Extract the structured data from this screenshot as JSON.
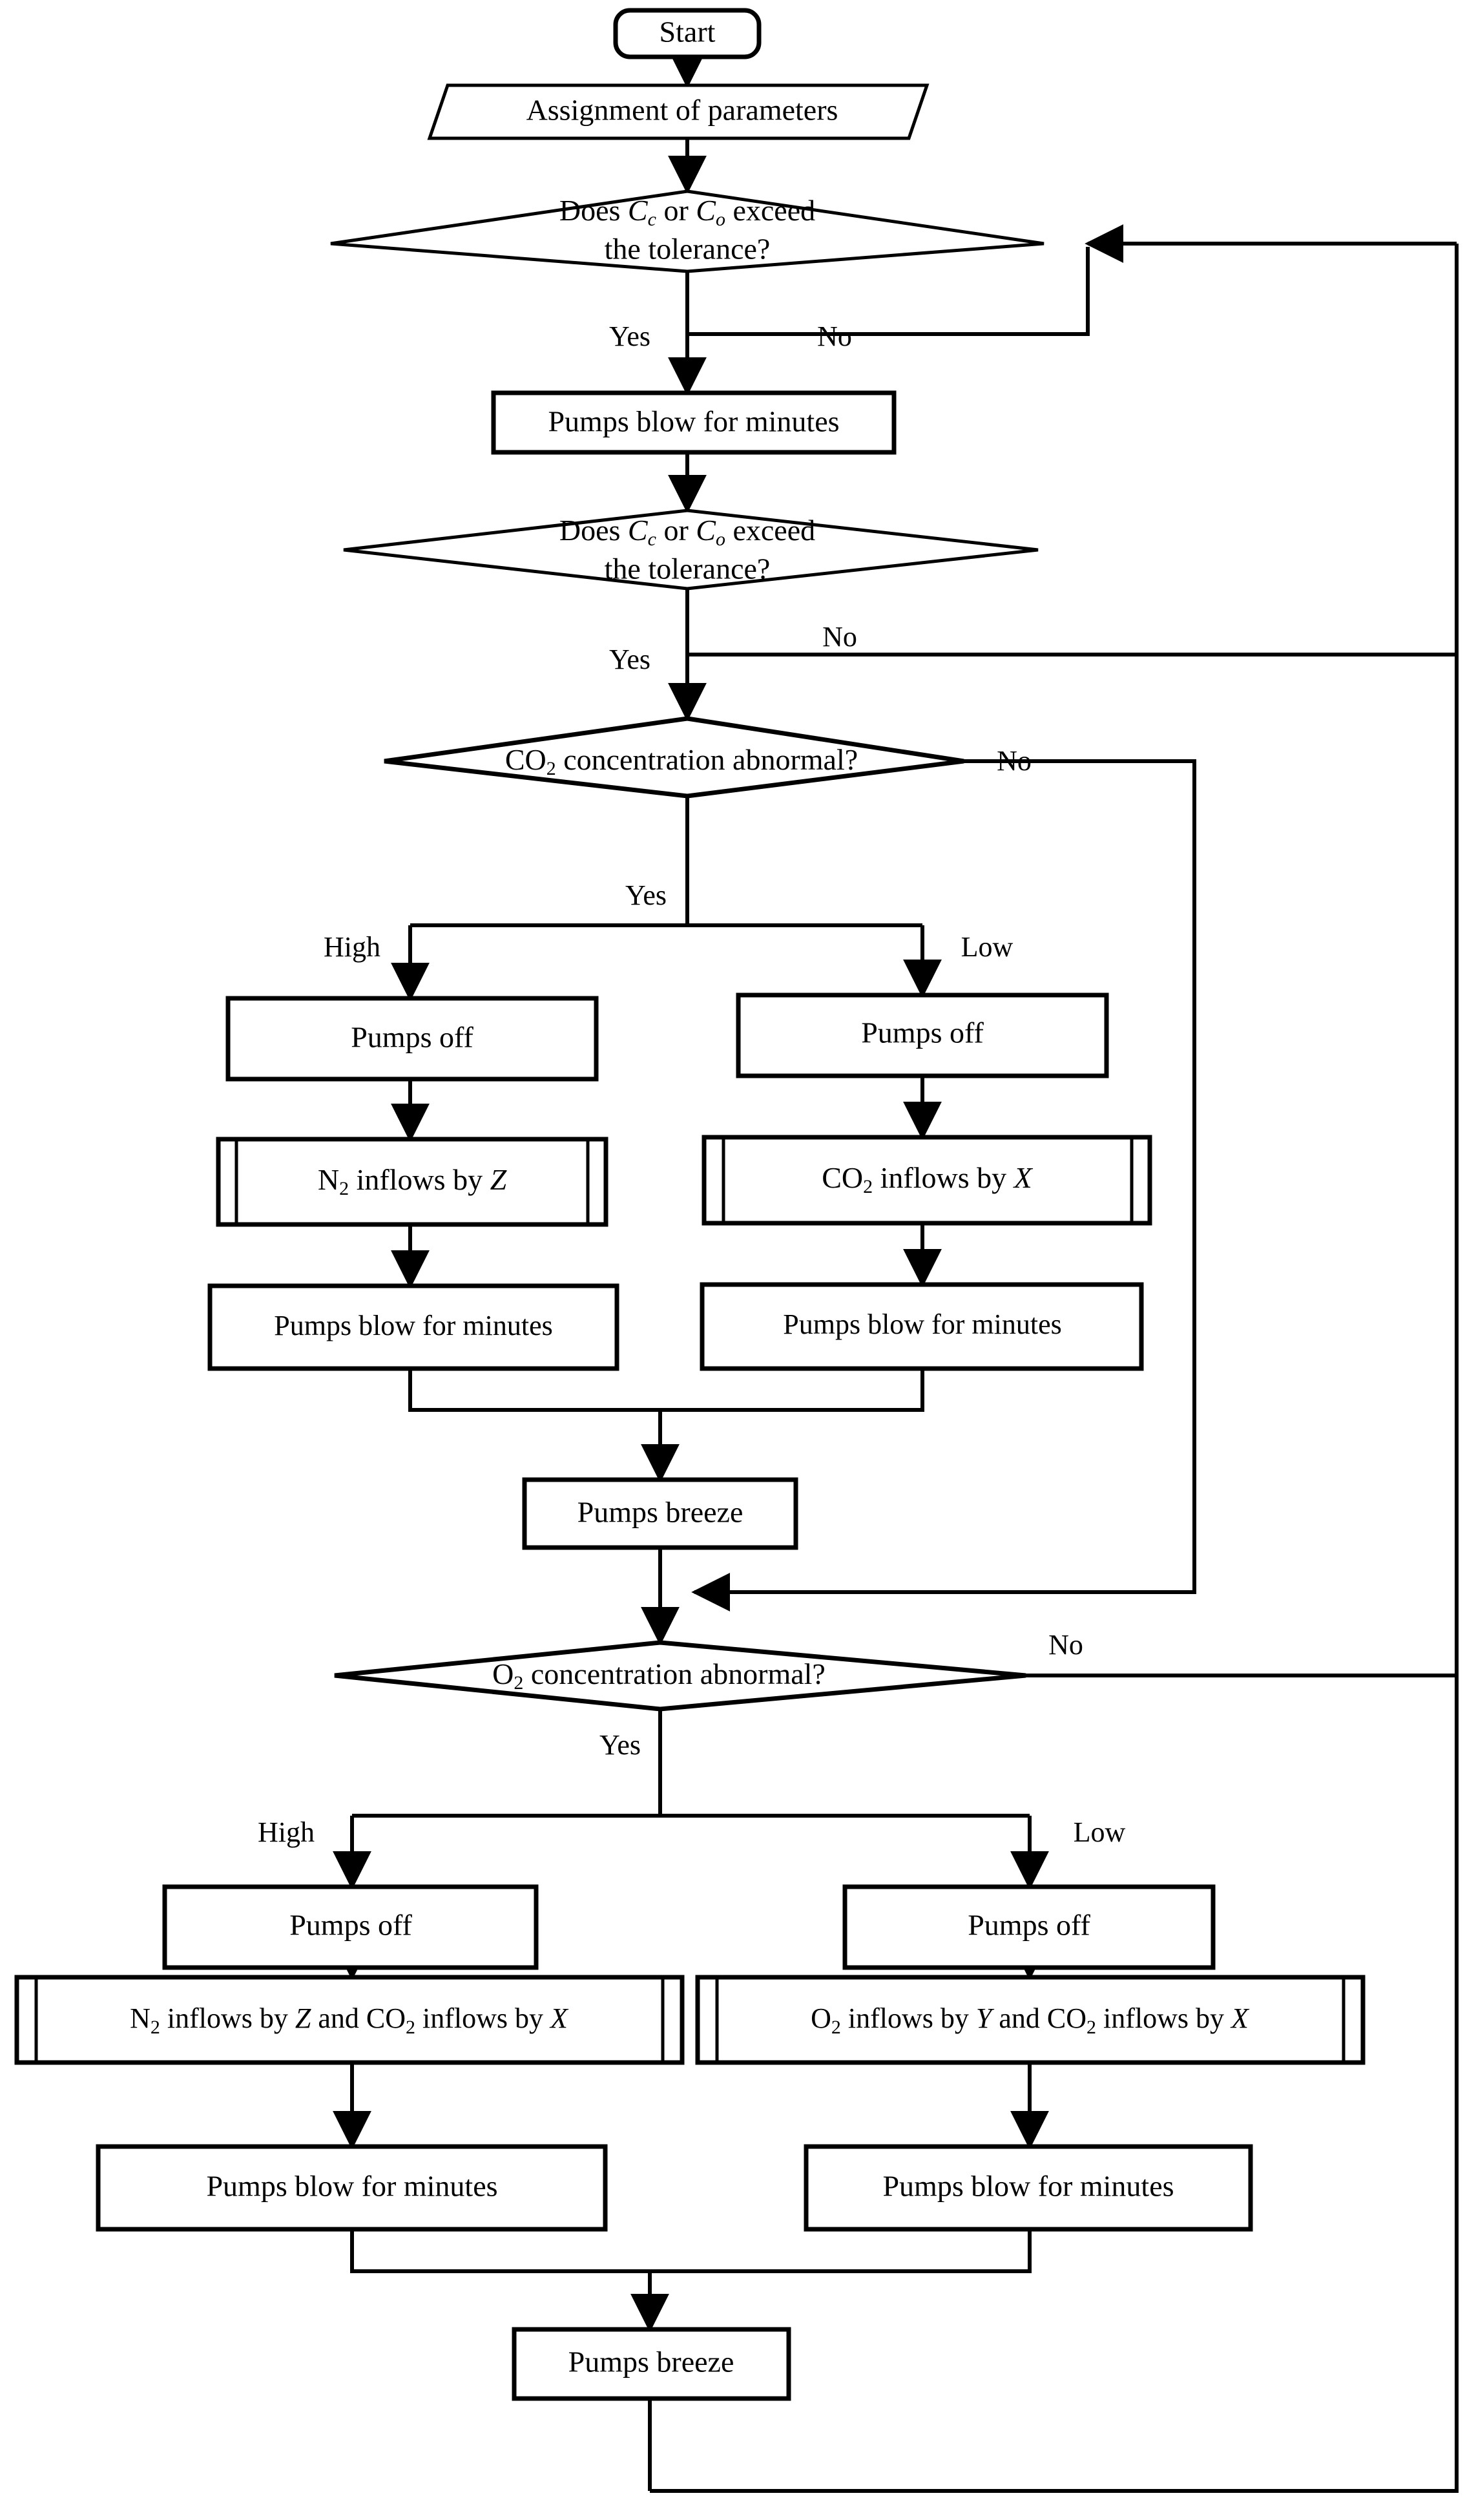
{
  "diagram": {
    "title": "Gas concentration control flowchart",
    "type": "flowchart",
    "stroke_color": "#000000",
    "fill_color": "#ffffff",
    "background": "#ffffff"
  },
  "nodes": {
    "start": {
      "label": "Start",
      "shape": "terminator"
    },
    "assignment": {
      "label": "Assignment of parameters",
      "shape": "parallelogram-data"
    },
    "decision1": {
      "line1_a": "Does ",
      "line1_b": "C",
      "line1_b_sub": "c",
      "line1_c": " or ",
      "line1_d": "C",
      "line1_d_sub": "o",
      "line1_e": " exceed",
      "line2": "the tolerance?",
      "shape": "diamond"
    },
    "pumps_blow_1": {
      "label": "Pumps blow for minutes",
      "shape": "process"
    },
    "decision2": {
      "line1_a": "Does ",
      "line1_b": "C",
      "line1_b_sub": "c",
      "line1_c": " or ",
      "line1_d": "C",
      "line1_d_sub": "o",
      "line1_e": " exceed",
      "line2": "the tolerance?",
      "shape": "diamond"
    },
    "co2_decision": {
      "label_a": "CO",
      "label_sub": "2",
      "label_b": " concentration abnormal?",
      "shape": "diamond"
    },
    "co2_high_pumps_off": {
      "label": "Pumps off",
      "shape": "process"
    },
    "co2_low_pumps_off": {
      "label": "Pumps off",
      "shape": "process"
    },
    "n2_inflows": {
      "label_a": "N",
      "label_sub": "2",
      "label_b": " inflows by ",
      "label_var": "Z",
      "shape": "predefined-process"
    },
    "co2_inflows": {
      "label_a": "CO",
      "label_sub": "2",
      "label_b": " inflows by ",
      "label_var": "X",
      "shape": "predefined-process"
    },
    "co2_high_blow": {
      "label": "Pumps blow for minutes",
      "shape": "process"
    },
    "co2_low_blow": {
      "label": "Pumps blow for minutes",
      "shape": "process"
    },
    "pumps_breeze_1": {
      "label": "Pumps breeze",
      "shape": "process"
    },
    "o2_decision": {
      "label_a": "O",
      "label_sub": "2",
      "label_b": " concentration abnormal?",
      "shape": "diamond"
    },
    "o2_high_pumps_off": {
      "label": "Pumps off",
      "shape": "process"
    },
    "o2_low_pumps_off": {
      "label": "Pumps off",
      "shape": "process"
    },
    "n2_co2_inflows": {
      "seg1_a": "N",
      "seg1_sub": "2",
      "seg1_b": " inflows by ",
      "seg1_var": "Z",
      "seg2": " and ",
      "seg3_a": "CO",
      "seg3_sub": "2",
      "seg3_b": " inflows by ",
      "seg3_var": "X",
      "shape": "predefined-process"
    },
    "o2_co2_inflows": {
      "seg1_a": "O",
      "seg1_sub": "2",
      "seg1_b": " inflows by ",
      "seg1_var": "Y",
      "seg2": " and ",
      "seg3_a": "CO",
      "seg3_sub": "2",
      "seg3_b": " inflows by ",
      "seg3_var": "X",
      "shape": "predefined-process"
    },
    "o2_high_blow": {
      "label": "Pumps blow for minutes",
      "shape": "process"
    },
    "o2_low_blow": {
      "label": "Pumps blow for minutes",
      "shape": "process"
    },
    "pumps_breeze_2": {
      "label": "Pumps breeze",
      "shape": "process"
    }
  },
  "edge_labels": {
    "d1_yes": "Yes",
    "d1_no": "No",
    "d2_yes": "Yes",
    "d2_no": "No",
    "co2_yes": "Yes",
    "co2_no": "No",
    "co2_high": "High",
    "co2_low": "Low",
    "o2_yes": "Yes",
    "o2_no": "No",
    "o2_high": "High",
    "o2_low": "Low"
  }
}
